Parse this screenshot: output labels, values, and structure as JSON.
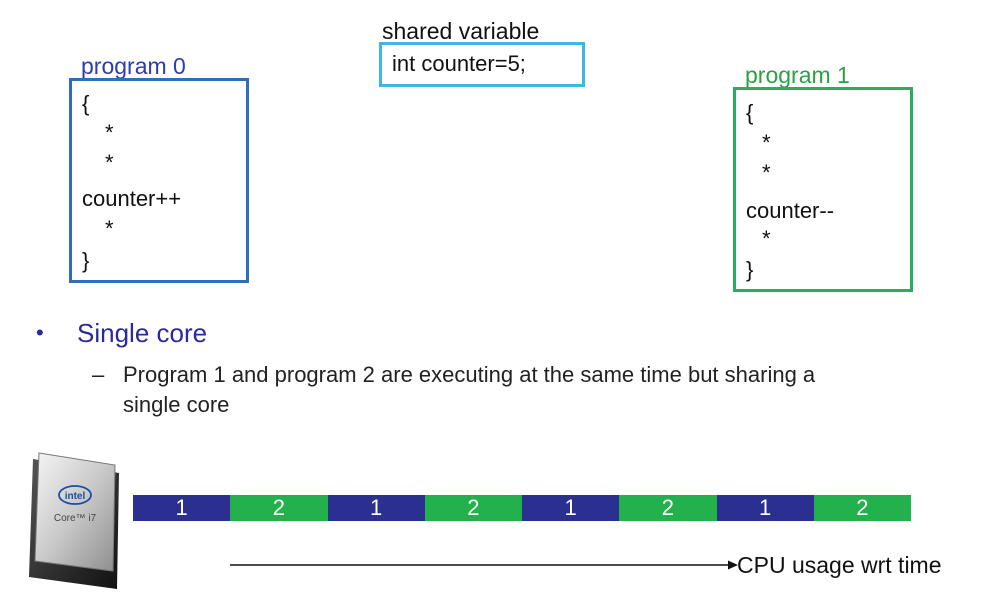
{
  "program0": {
    "title": "program 0",
    "lines": [
      "{",
      "*",
      "*",
      "counter++",
      "*",
      "}"
    ]
  },
  "program1": {
    "title": "program 1",
    "lines": [
      "{",
      "*",
      "*",
      "counter--",
      "*",
      "}"
    ]
  },
  "shared": {
    "title": "shared variable",
    "code": "int counter=5;"
  },
  "bullet": {
    "main": "Single core",
    "sub_dash": "–",
    "sub_line1": "Program 1 and program 2 are executing at the same time but sharing a",
    "sub_line2": "single core"
  },
  "timeline": {
    "segments": [
      "1",
      "2",
      "1",
      "2",
      "1",
      "2",
      "1",
      "2"
    ],
    "colors": {
      "program_1": "#2b3090",
      "program_2": "#22b14c"
    }
  },
  "axis_label": "CPU usage wrt time",
  "cpu_chip": {
    "logo": "intel",
    "model": "Core™ i7"
  },
  "colors": {
    "program0_border": "#2d6fb8",
    "program0_title": "#2a3eb1",
    "program1_border": "#27ae60",
    "program1_title": "#2ea043",
    "shared_border": "#3fb6e6",
    "bullet_text": "#2a2a9a"
  }
}
